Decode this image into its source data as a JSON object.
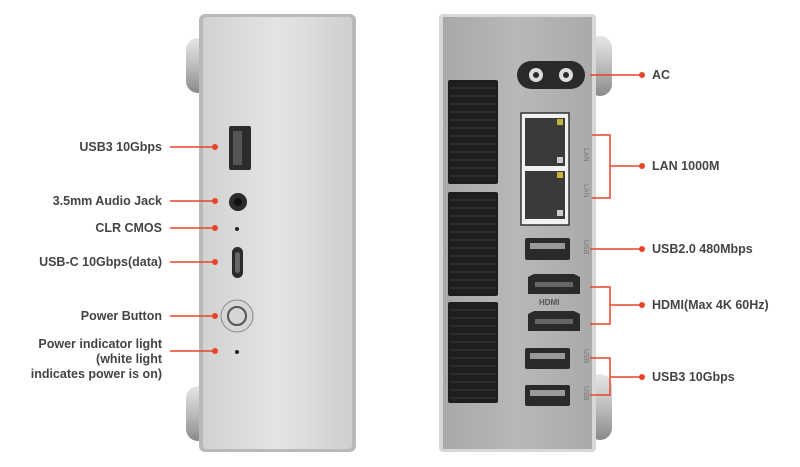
{
  "colors": {
    "accent": "#e8442a",
    "body": "#c4c4c4",
    "panel": "#b5b5b5",
    "text": "#444444"
  },
  "front_panel": {
    "labels": [
      "USB3 10Gbps",
      "3.5mm Audio Jack",
      "CLR CMOS",
      "USB-C 10Gbps(data)",
      "Power Button",
      "Power indicator light\n(white light\nindicates power is on)"
    ]
  },
  "rear_panel": {
    "labels": [
      "AC",
      "LAN 1000M",
      "USB2.0 480Mbps",
      "HDMI(Max 4K 60Hz)",
      "USB3 10Gbps"
    ],
    "port_marks": {
      "lan": "LAN",
      "usb": "USB",
      "hdmi": "HDMI"
    }
  }
}
